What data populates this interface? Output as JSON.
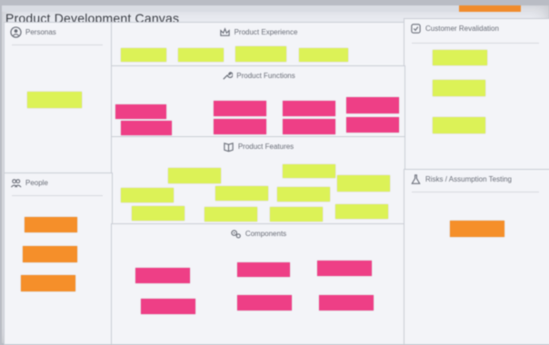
{
  "board": {
    "title": "Product Development Canvas",
    "sections": {
      "product_experience": "Product Experience",
      "personas": "Personas",
      "customer_revalidation": "Customer Revalidation",
      "product_functions": "Product Functions",
      "product_features": "Product Features",
      "people": "People",
      "components": "Components",
      "risks": "Risks / Assumption Testing"
    }
  },
  "colors": {
    "board": "#e9ebf1",
    "lime_note": "#dcf257",
    "pink_note": "#ee3f86",
    "orange_note": "#f58f2a"
  },
  "icons": {
    "personas": "persona-icon",
    "product_experience": "crown-icon",
    "customer_revalidation": "checklist-icon",
    "product_functions": "wrench-icon",
    "product_features": "book-icon",
    "people": "people-icon",
    "components": "gears-icon",
    "risks": "flask-icon"
  }
}
